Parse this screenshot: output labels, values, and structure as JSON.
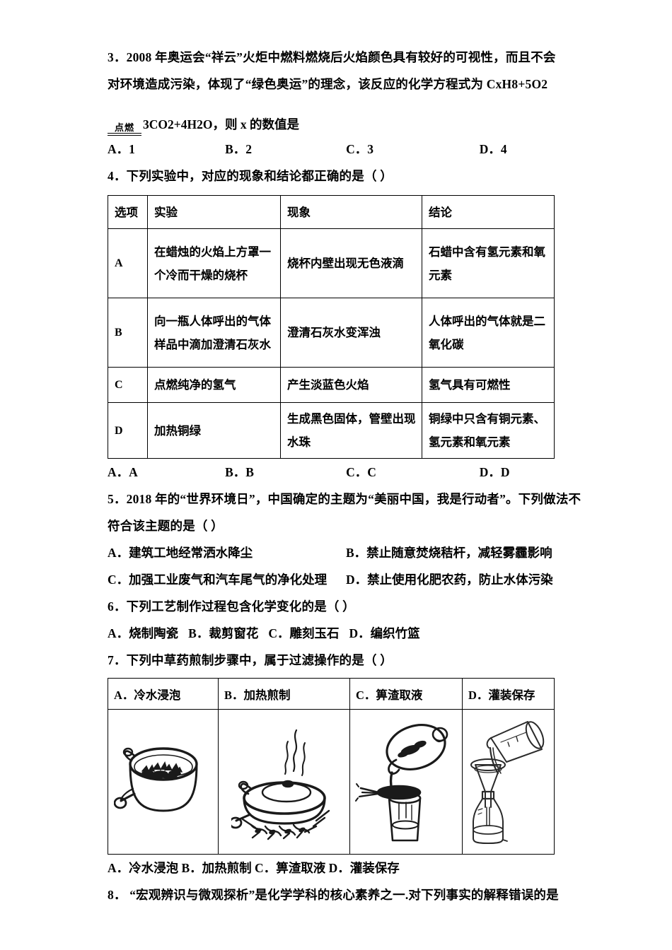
{
  "questions": {
    "q3": {
      "number": "3．",
      "line1": "3．2008 年奥运会“祥云”火炬中燃料燃烧后火焰颜色具有较好的可视性，而且不会",
      "line2": "对环境造成污染，体现了“绿色奥运”的理念，该反应的化学方程式为 CxH8+5O2",
      "reaction_condition": "点燃",
      "reaction_tail": "3CO2+4H2O，则 x 的数值是",
      "options": [
        "A．1",
        "B．2",
        "C．3",
        "D．4"
      ]
    },
    "q4": {
      "stem": "4．下列实验中，对应的现象和结论都正确的是（      ）",
      "table": {
        "headers": [
          "选项",
          "实验",
          "现象",
          "结论"
        ],
        "rows": [
          {
            "option": "A",
            "experiment": "在蜡烛的火焰上方罩一个冷而干燥的烧杯",
            "phenomenon": "烧杯内壁出现无色液滴",
            "conclusion": "石蜡中含有氢元素和氧元素"
          },
          {
            "option": "B",
            "experiment": "向一瓶人体呼出的气体样品中滴加澄清石灰水",
            "phenomenon": "澄清石灰水变浑浊",
            "conclusion": "人体呼出的气体就是二氧化碳"
          },
          {
            "option": "C",
            "experiment": "点燃纯净的氢气",
            "phenomenon": "产生淡蓝色火焰",
            "conclusion": "氢气具有可燃性"
          },
          {
            "option": "D",
            "experiment": "加热铜绿",
            "phenomenon": "生成黑色固体，管壁出现水珠",
            "conclusion": "铜绿中只含有铜元素、氢元素和氧元素"
          }
        ]
      },
      "options": [
        "A．A",
        "B．B",
        "C．C",
        "D．D"
      ]
    },
    "q5": {
      "stem_line1": "5．2018 年的“世界环境日”，中国确定的主题为“美丽中国，我是行动者”。下列做法不",
      "stem_line2": "符合该主题的是（ ）",
      "option_a": "A．建筑工地经常洒水降尘",
      "option_b": "B．禁止随意焚烧秸杆，减轻雾霾影响",
      "option_c": "C．加强工业废气和汽车尾气的净化处理",
      "option_d": "D．禁止使用化肥农药，防止水体污染"
    },
    "q6": {
      "stem": "6．下列工艺制作过程包含化学变化的是（      ）",
      "options": [
        "A．烧制陶瓷",
        "B．裁剪窗花",
        "C．雕刻玉石",
        "D．编织竹篮"
      ]
    },
    "q7": {
      "stem": "7．下列中草药煎制步骤中，属于过滤操作的是（      ）",
      "table_headers": [
        "A．冷水浸泡",
        "B．加热煎制",
        "C．箅渣取液",
        "D．灌装保存"
      ],
      "table_images": [
        "pot-with-herbs-soaking-icon",
        "covered-pot-on-fire-with-steam-icon",
        "pouring-through-strainer-into-glass-icon",
        "pouring-through-funnel-into-bottle-icon"
      ],
      "options_line": "A．冷水浸泡   B．加热煎制   C．箅渣取液   D．灌装保存"
    },
    "q8": {
      "stem": "8． “宏观辨识与微观探析”是化学学科的核心素养之一.对下列事实的解释错误的是"
    }
  },
  "colors": {
    "text": "#000000",
    "background": "#ffffff",
    "border": "#000000"
  }
}
